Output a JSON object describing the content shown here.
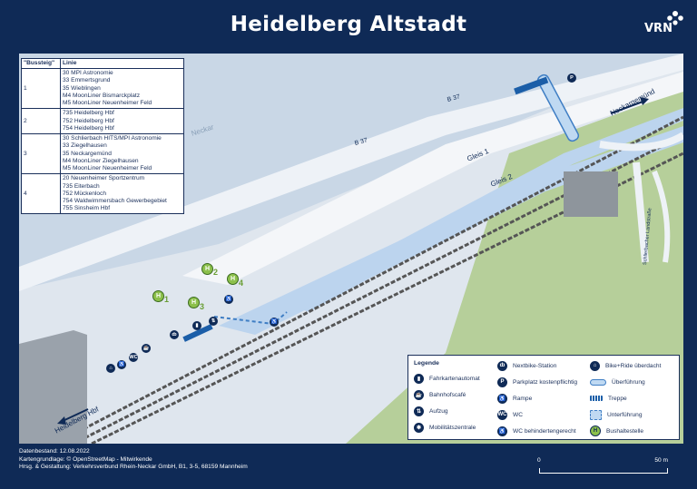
{
  "title": "Heidelberg Altstadt",
  "logo": {
    "text": "VRN"
  },
  "lines_table": {
    "header": {
      "stop": "\"Bussteig\"",
      "lines": "Linie"
    },
    "rows": [
      {
        "stop": "1",
        "lines": [
          "30 MPI Astronomie",
          "33 Emmertsgrund",
          "35 Wieblingen",
          "M4 MoonLiner Bismarckplatz",
          "M5 MoonLiner Neuenheimer Feld"
        ]
      },
      {
        "stop": "2",
        "lines": [
          "735 Heidelberg Hbf",
          "752 Heidelberg Hbf",
          "754 Heidelberg Hbf"
        ]
      },
      {
        "stop": "3",
        "lines": [
          "30 Schlierbach HITS/MPI Astronomie",
          "33 Ziegelhausen",
          "35 Neckargemünd",
          "M4 MoonLiner Ziegelhausen",
          "M5 MoonLiner Neuenheimer Feld"
        ]
      },
      {
        "stop": "4",
        "lines": [
          "20 Neuenheimer Sportzentrum",
          "735 Eiterbach",
          "752 Mückenloch",
          "754 Waldwimmersbach Gewerbegebiet",
          "755 Sinsheim Hbf"
        ]
      }
    ]
  },
  "map_labels": {
    "river": "Neckar",
    "road1": "B 37",
    "road2": "B 37",
    "track1": "Gleis 1",
    "track2": "Gleis 2",
    "dir_east": "Neckargemünd",
    "dir_west": "Heidelberg Hbf",
    "street": "Schlierbacher Landstraße"
  },
  "bus_stops": [
    "1",
    "2",
    "3",
    "4"
  ],
  "legend": {
    "title": "Legende",
    "items": [
      {
        "label": "Fahrkartenautomat",
        "icon": "ticket-machine-icon",
        "glyph": "▮"
      },
      {
        "label": "Bahnhofscafé",
        "icon": "cafe-icon",
        "glyph": "☕"
      },
      {
        "label": "Aufzug",
        "icon": "elevator-icon",
        "glyph": "⇅"
      },
      {
        "label": "Mobilitätszentrale",
        "icon": "mobility-center-icon",
        "glyph": "✽"
      },
      {
        "label": "Nextbike-Station",
        "icon": "nextbike-icon",
        "glyph": "ȸ"
      },
      {
        "label": "Parkplatz kostenpflichtig",
        "icon": "paid-parking-icon",
        "glyph": "P"
      },
      {
        "label": "Rampe",
        "icon": "ramp-icon",
        "glyph": "♿"
      },
      {
        "label": "WC",
        "icon": "wc-icon",
        "glyph": "WC"
      },
      {
        "label": "WC behindertengerecht",
        "icon": "accessible-wc-icon",
        "glyph": "♿"
      },
      {
        "label": "Bike+Ride überdacht",
        "icon": "bike-ride-covered-icon",
        "glyph": "⌂"
      },
      {
        "label": "Überführung",
        "icon": "overpass-icon",
        "glyph": ""
      },
      {
        "label": "Treppe",
        "icon": "stairs-icon",
        "glyph": ""
      },
      {
        "label": "Unterführung",
        "icon": "underpass-icon",
        "glyph": ""
      },
      {
        "label": "Bushaltestelle",
        "icon": "bus-stop-icon",
        "glyph": "H"
      }
    ]
  },
  "footer": {
    "date": "Datenbestand: 12.08.2022",
    "basemap": "Kartengrundlage: © OpenStreetMap - Mitwirkende",
    "publisher": "Hrsg. & Gestaltung: Verkehrsverbund Rhein-Neckar GmbH, B1, 3-5, 68159 Mannheim"
  },
  "scale": {
    "start": "0",
    "end": "50 m"
  },
  "colors": {
    "frame": "#0f2a56",
    "water": "#c9d7e6",
    "land": "#dfe6ee",
    "green": "#b6cf9a",
    "platform": "#bcd4ee",
    "bus_stop": "#8cc04b"
  }
}
